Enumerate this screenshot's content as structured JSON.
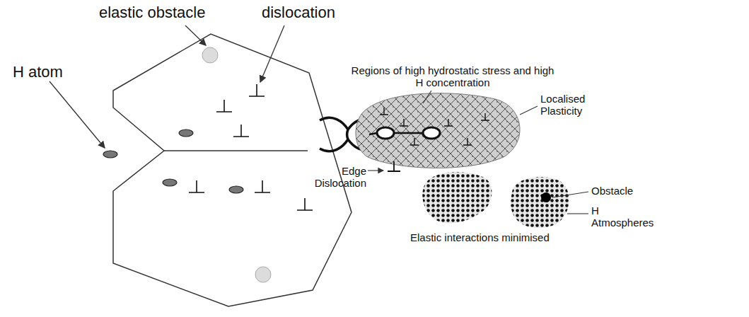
{
  "diagram": {
    "labels": [
      "elastic obstacle",
      "dislocation",
      "H atom",
      "Regions of high hydrostatic stress and high H concentration",
      "Localised Plasticity",
      "Edge Dislocation",
      "Obstacle",
      "H Atmospheres",
      "Elastic interactions minimised"
    ]
  }
}
